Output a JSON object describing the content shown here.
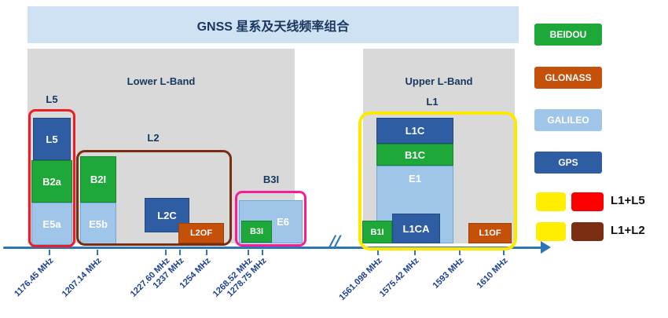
{
  "title": "GNSS 星系及天线频率组合",
  "panels": {
    "lower": {
      "label": "Lower L-Band"
    },
    "upper": {
      "label": "Upper L-Band"
    }
  },
  "groups": {
    "l5": "L5",
    "l2": "L2",
    "b3i": "B3I",
    "l1": "L1"
  },
  "blocks": {
    "l5": "L5",
    "b2a": "B2a",
    "e5a": "E5a",
    "b2i": "B2I",
    "e5b": "E5b",
    "l2c": "L2C",
    "l2of": "L2OF",
    "b3i": "B3I",
    "e6": "E6",
    "l1c": "L1C",
    "b1c": "B1C",
    "e1": "E1",
    "b1i": "B1I",
    "l1ca": "L1CA",
    "l1of": "L1OF"
  },
  "axis": {
    "break_symbol": "//",
    "frequencies": [
      "1176.45 MHz",
      "1207.14 MHz",
      "1227.60 MHz",
      "1237 MHz",
      "1254 MHz",
      "1268.52 MHz",
      "1278.75 MHz",
      "1561.098 MHz",
      "1575.42 MHz",
      "1593 MHz",
      "1610 MHz"
    ]
  },
  "legend": {
    "systems": [
      {
        "label": "BEIDOU",
        "color": "#1ea83a"
      },
      {
        "label": "GLONASS",
        "color": "#c5500a"
      },
      {
        "label": "GALILEO",
        "color": "#9fc5e8"
      },
      {
        "label": "GPS",
        "color": "#2e5da4"
      }
    ],
    "combos": [
      {
        "label": "L1+L5",
        "colors": [
          "#ffee00",
          "#fe0000"
        ]
      },
      {
        "label": "L1+L2",
        "colors": [
          "#ffee00",
          "#7b2d12"
        ]
      }
    ]
  },
  "colors": {
    "banner_bg": "#cfe2f3",
    "panel_bg": "#d9d9d9",
    "beidou_green": "#1ea83a",
    "glonass_orange": "#c5500a",
    "galileo_lightblue": "#9fc5e8",
    "gps_darkblue": "#2e5da4",
    "outline_red": "#ee1c25",
    "outline_brown": "#7b2d12",
    "outline_magenta": "#f81b9b",
    "outline_yellow": "#ffe800",
    "axis_blue": "#2e75b6",
    "heading_blue": "#17375e"
  }
}
